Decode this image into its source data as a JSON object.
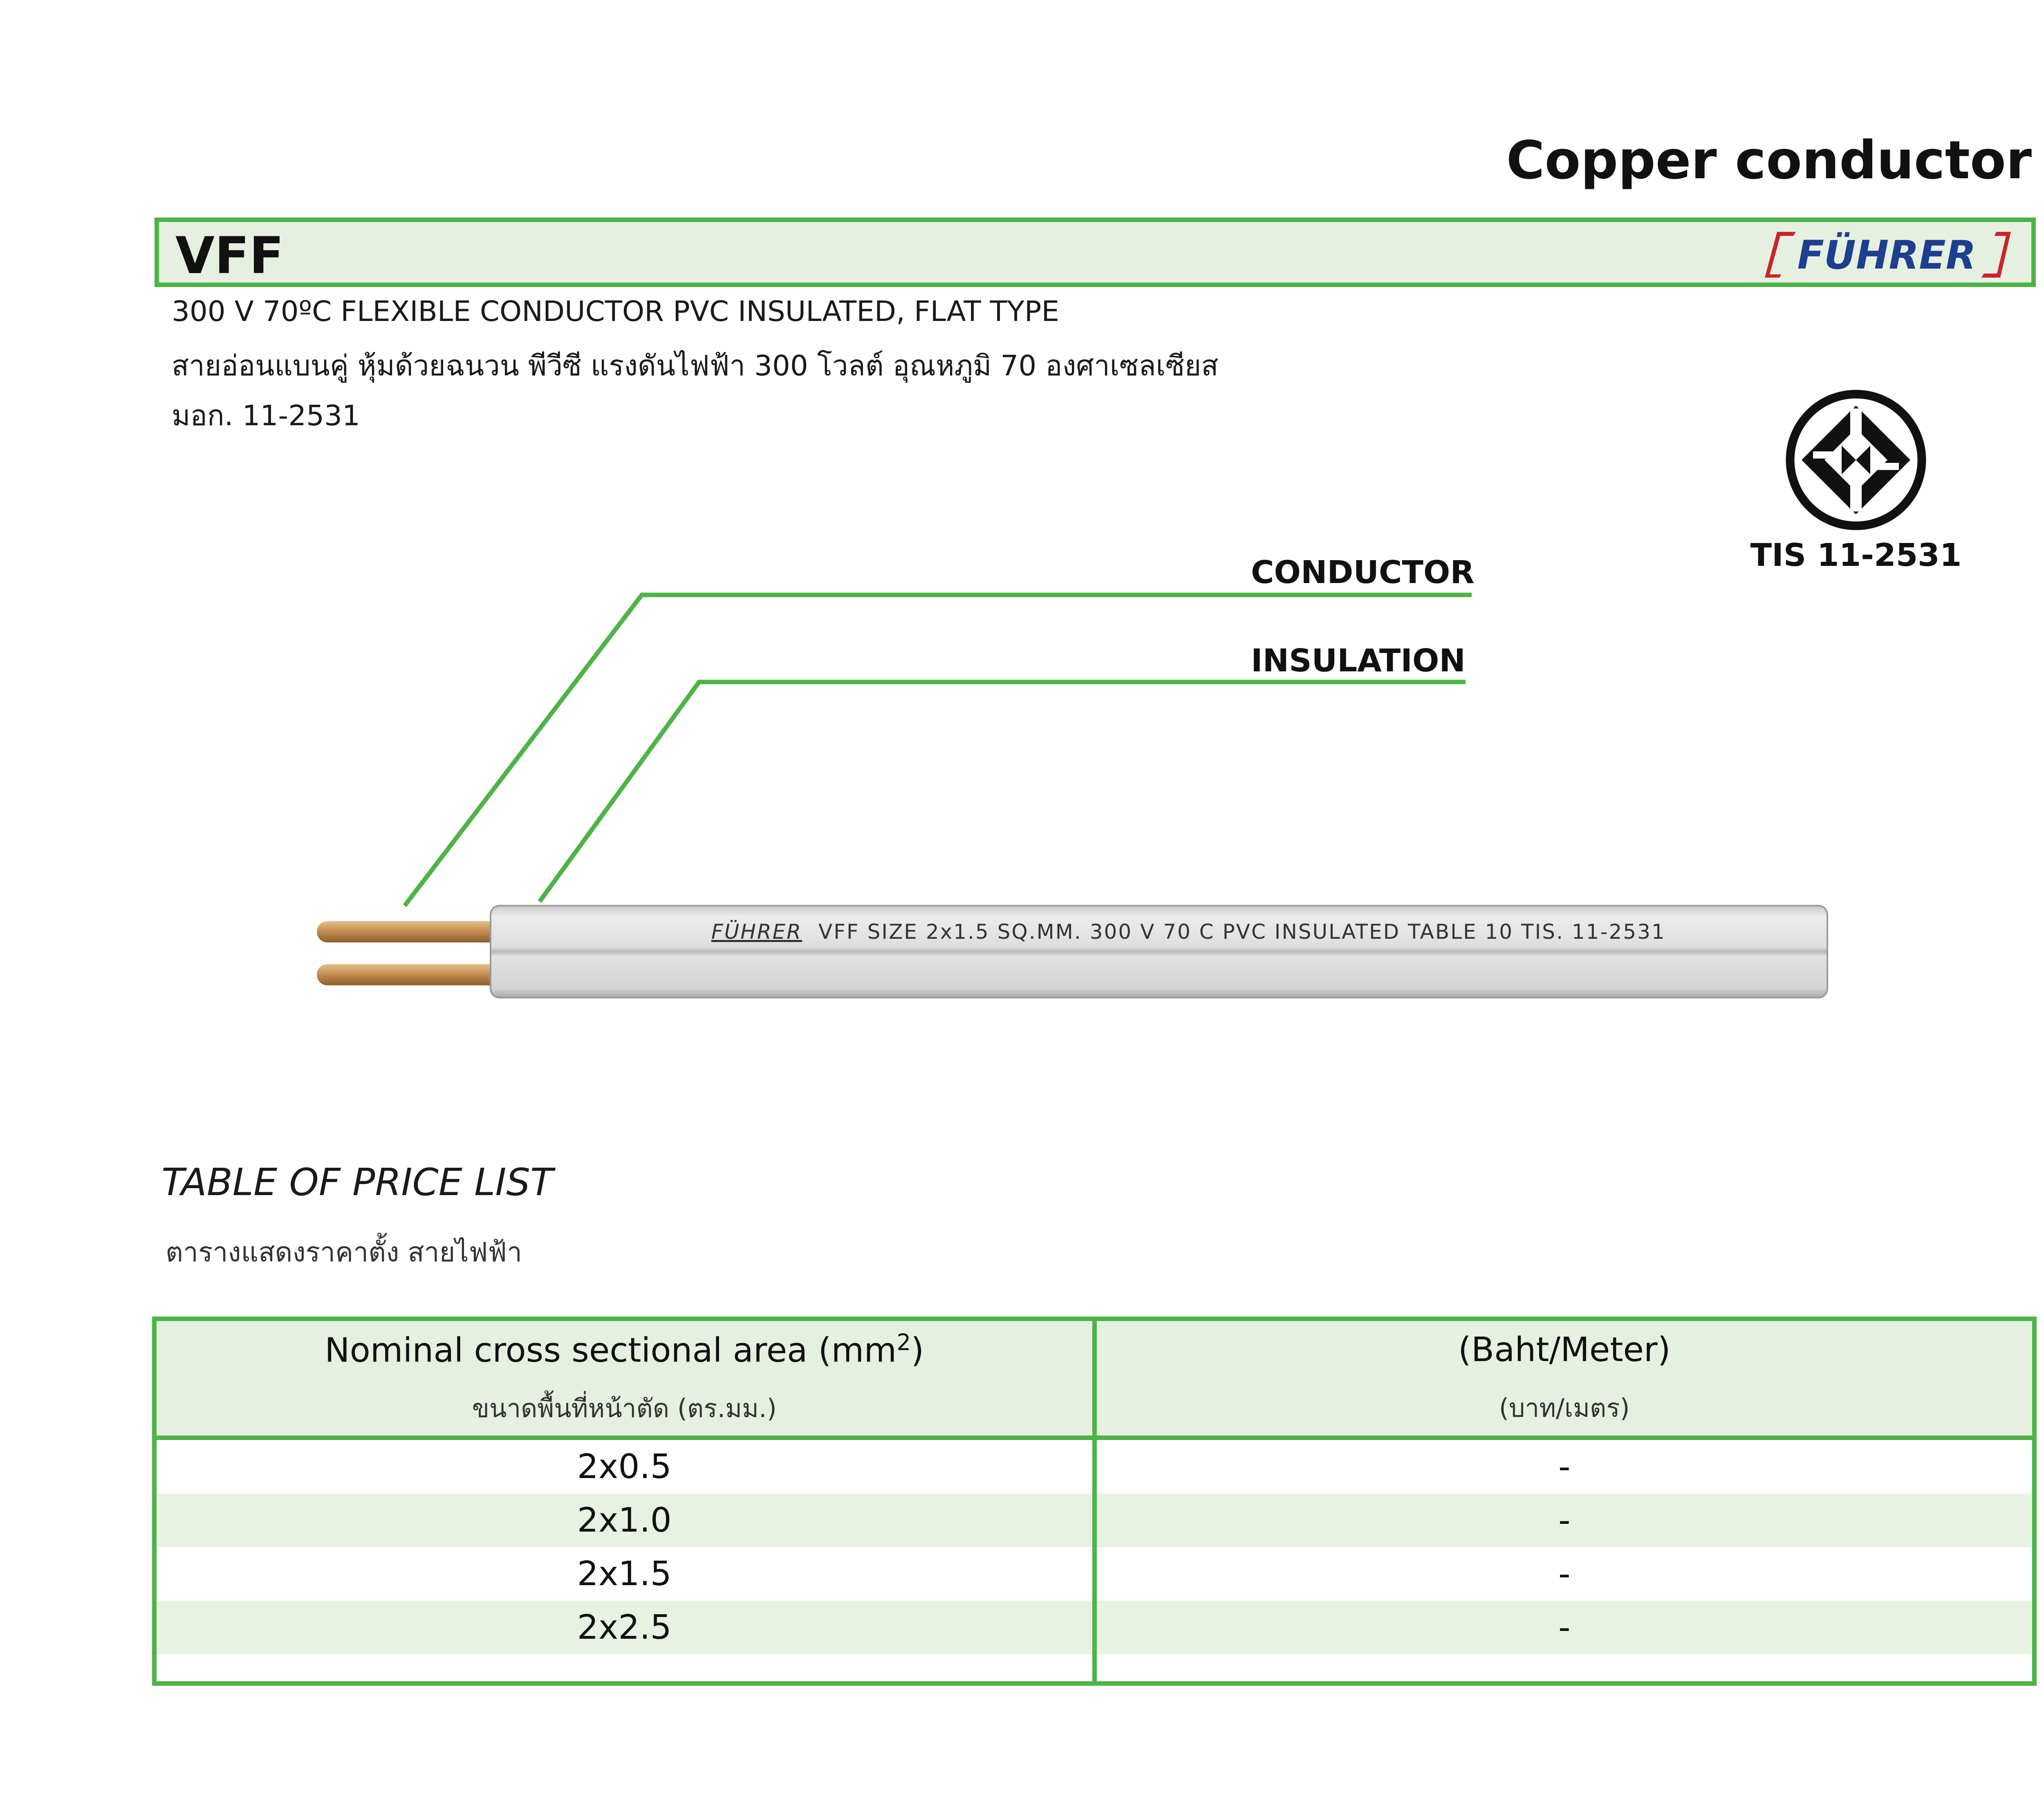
{
  "header": {
    "section_title": "Copper conductor",
    "product_code": "VFF",
    "brand": "FÜHRER"
  },
  "description": {
    "english": "300 V 70ºC FLEXIBLE CONDUCTOR PVC INSULATED, FLAT TYPE",
    "thai": "สายอ่อนแบนคู่ หุ้มด้วยฉนวน พีวีซี แรงดันไฟฟ้า 300 โวลต์ อุณหภูมิ 70 องศาเซลเซียส",
    "standard": "มอก. 11-2531"
  },
  "certification": {
    "label": "TIS 11-2531",
    "icon": "tis-certification-mark-icon"
  },
  "diagram": {
    "conductor_label": "CONDUCTOR",
    "insulation_label": "INSULATION",
    "cable_brand": "FÜHRER",
    "cable_print": "VFF SIZE 2x1.5 SQ.MM. 300 V 70 C PVC INSULATED TABLE 10 TIS. 11-2531",
    "colors": {
      "callout_line": "#4db447",
      "copper": "#c9955a",
      "insulation": "#d8d8d8"
    }
  },
  "price_list": {
    "title": "TABLE OF PRICE LIST",
    "subtitle": "ตารางแสดงราคาตั้ง สายไฟฟ้า",
    "columns": [
      {
        "label_en": "Nominal cross sectional area (mm",
        "label_sup": "2",
        "label_close": ")",
        "label_th": "ขนาดพื้นที่หน้าตัด (ตร.มม.)"
      },
      {
        "label_en": "(Baht/Meter)",
        "label_th": "(บาท/เมตร)"
      }
    ],
    "rows": [
      {
        "size": "2x0.5",
        "price": "-"
      },
      {
        "size": "2x1.0",
        "price": "-"
      },
      {
        "size": "2x1.5",
        "price": "-"
      },
      {
        "size": "2x2.5",
        "price": "-"
      }
    ]
  },
  "colors": {
    "accent_green": "#4db447",
    "header_fill": "#e6f0e0",
    "brand_red": "#c8262c",
    "brand_blue": "#1e3f8f"
  }
}
